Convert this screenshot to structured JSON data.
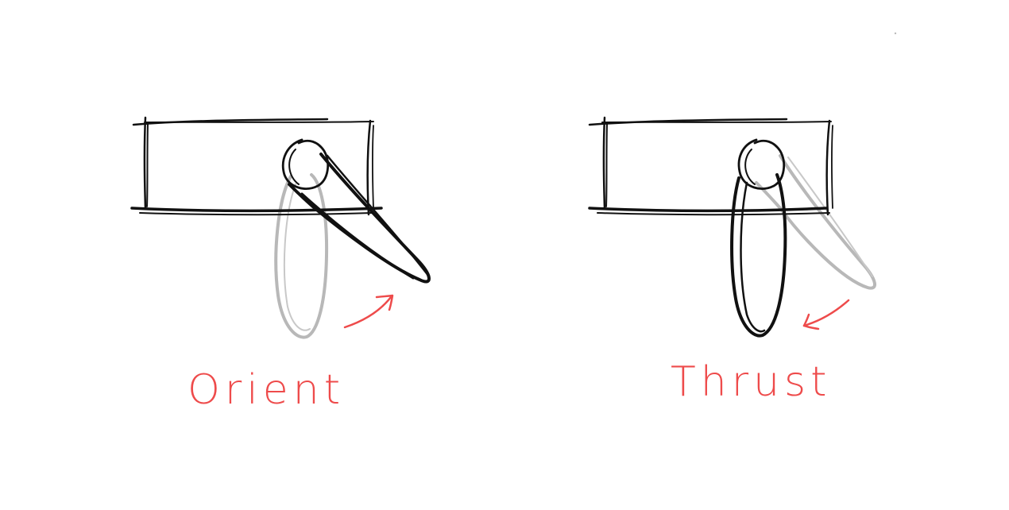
{
  "panels": [
    {
      "id": "orient",
      "label": "Orient",
      "motion": "rotate-outward"
    },
    {
      "id": "thrust",
      "label": "Thrust",
      "motion": "rotate-downward"
    }
  ],
  "colors": {
    "ink": "#111111",
    "ghost": "#b5b5b5",
    "accent": "#ee4b4b",
    "background": "#ffffff"
  }
}
